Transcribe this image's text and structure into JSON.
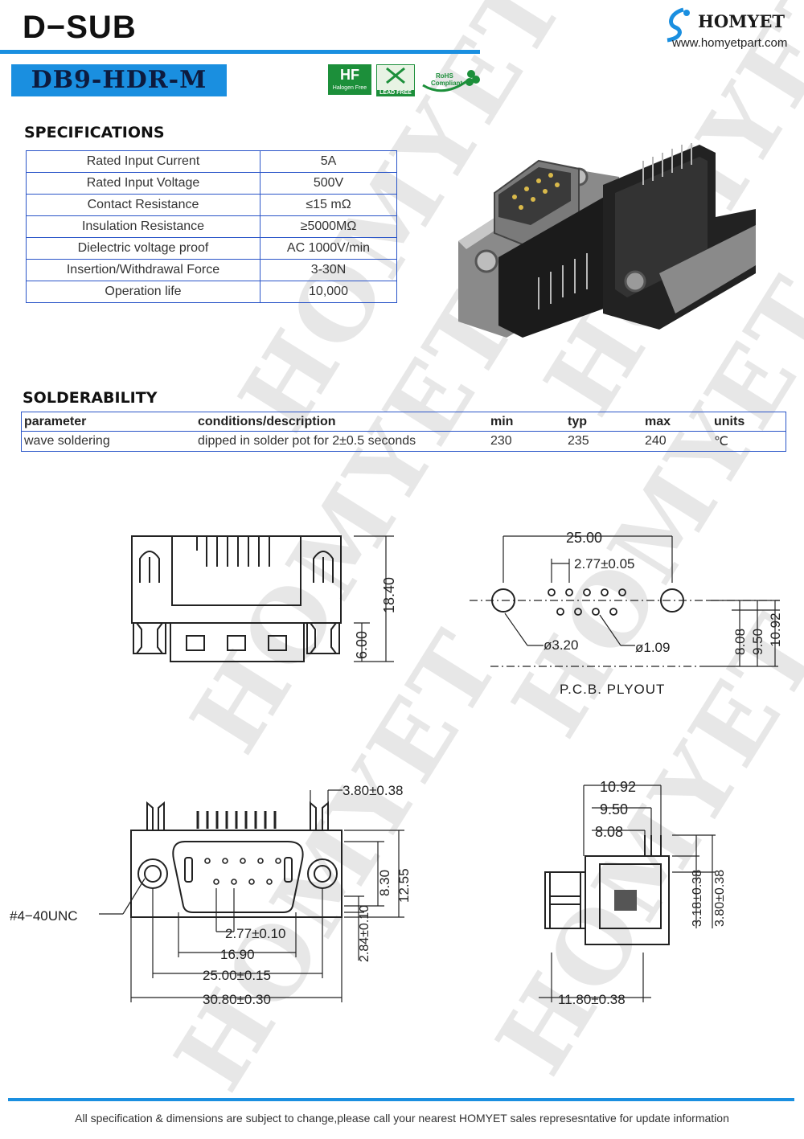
{
  "header": {
    "title": "D−SUB",
    "model": "DB9-HDR-M",
    "logo_text": "HOMYET",
    "website": "www.homyetpart.com",
    "watermark": "HOMYET"
  },
  "badges": {
    "halogen_free": "Halogen Free",
    "lead_free": "LEAD FREE",
    "rohs_line1": "RoHS",
    "rohs_line2": "Compliant"
  },
  "specifications": {
    "heading": "SPECIFICATIONS",
    "rows": [
      {
        "param": "Rated Input Current",
        "value": "5A"
      },
      {
        "param": "Rated Input Voltage",
        "value": "500V"
      },
      {
        "param": "Contact Resistance",
        "value": "≤15 mΩ"
      },
      {
        "param": "Insulation Resistance",
        "value": "≥5000MΩ"
      },
      {
        "param": "Dielectric voltage proof",
        "value": "AC 1000V/min"
      },
      {
        "param": "Insertion/Withdrawal Force",
        "value": "3-30N"
      },
      {
        "param": "Operation life",
        "value": "10,000"
      }
    ]
  },
  "solderability": {
    "heading": "SOLDERABILITY",
    "columns": [
      "parameter",
      "conditions/description",
      "min",
      "typ",
      "max",
      "units"
    ],
    "row": [
      "wave soldering",
      "dipped in solder pot for 2±0.5 seconds",
      "230",
      "235",
      "240",
      "℃"
    ]
  },
  "drawings": {
    "front": {
      "height": "18.40",
      "lower": "6.00"
    },
    "pcb": {
      "width": "25.00",
      "pitch": "2.77±0.05",
      "hole_large": "ø3.20",
      "hole_small": "ø1.09",
      "d1": "8.08",
      "d2": "9.50",
      "d3": "10.92",
      "caption": "P.C.B.  PLYOUT"
    },
    "top": {
      "thread": "#4−40UNC",
      "pin_offset": "3.80±0.38",
      "h1": "8.30",
      "h2": "12.55",
      "pitch": "2.77±0.10",
      "shell": "16.90",
      "mount": "25.00±0.15",
      "overall": "30.80±0.30",
      "offset": "2.84±0.10"
    },
    "side": {
      "d3": "10.92",
      "d2": "9.50",
      "d1": "8.08",
      "v1": "3.18±0.38",
      "v2": "3.80±0.38",
      "depth": "11.80±0.38"
    }
  },
  "footer": {
    "note": "All specification & dimensions are subject to change,please call your nearest HOMYET sales represesntative for update information"
  }
}
